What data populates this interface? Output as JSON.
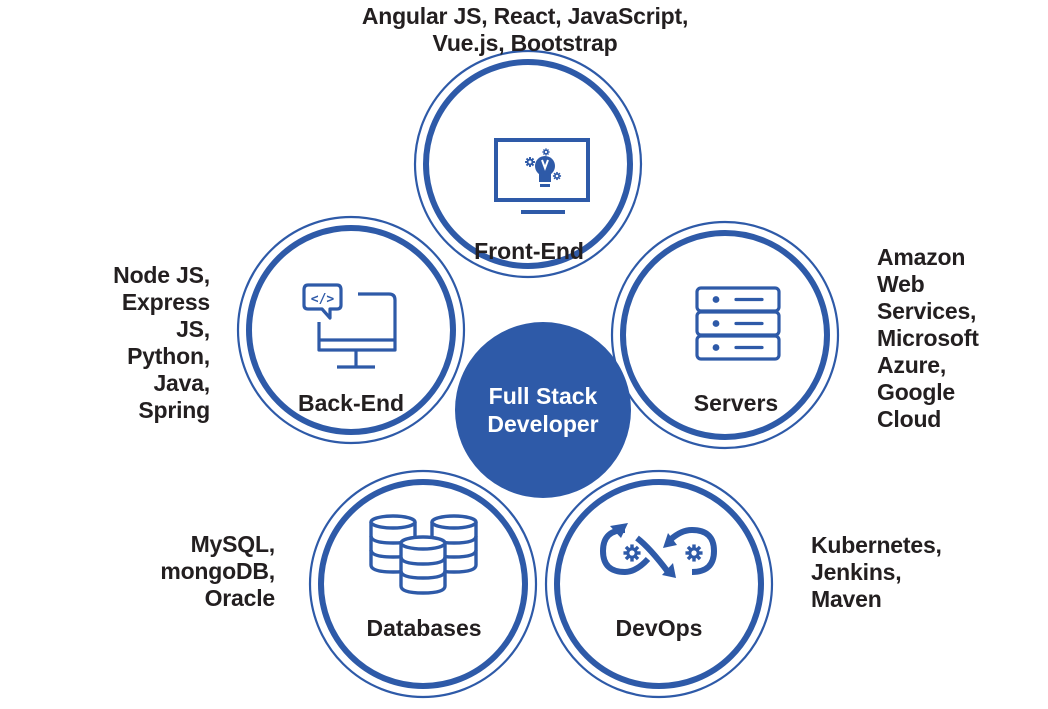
{
  "colors": {
    "accent": "#2e5aa8",
    "text": "#231f20",
    "center_text": "#ffffff",
    "background": "#ffffff"
  },
  "center": {
    "line1": "Full Stack",
    "line2": "Developer"
  },
  "nodes": {
    "front_end": {
      "label": "Front-End",
      "icon": "monitor-lightbulb-gears-icon",
      "technologies": [
        "Angular JS, React, JavaScript,",
        "Vue.js, Bootstrap"
      ]
    },
    "back_end": {
      "label": "Back-End",
      "icon": "monitor-code-bubble-icon",
      "technologies": [
        "Node JS,",
        "Express",
        "JS,",
        "Python,",
        "Java,",
        "Spring"
      ]
    },
    "servers": {
      "label": "Servers",
      "icon": "server-rack-icon",
      "technologies": [
        "Amazon",
        "Web",
        "Services,",
        "Microsoft",
        "Azure,",
        "Google",
        "Cloud"
      ]
    },
    "databases": {
      "label": "Databases",
      "icon": "database-stack-icon",
      "technologies": [
        "MySQL,",
        "mongoDB,",
        "Oracle"
      ]
    },
    "devops": {
      "label": "DevOps",
      "icon": "devops-infinity-gears-icon",
      "technologies": [
        "Kubernetes,",
        "Jenkins,",
        "Maven"
      ]
    }
  }
}
